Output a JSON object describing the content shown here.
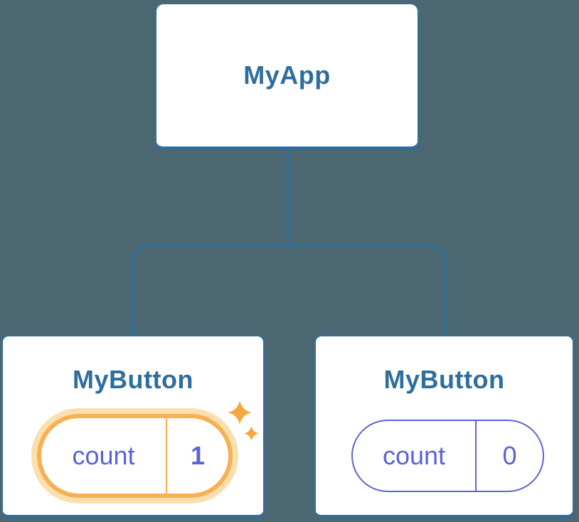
{
  "colors": {
    "bg": "#4B6771",
    "blue": "#2E6E9E",
    "indigo": "#5C63D8",
    "orange": "#F8B052",
    "halo": "#FBDFAE",
    "sparkle": "#F6A83F",
    "cardBg": "#FFFFFF"
  },
  "tree": {
    "root": {
      "label": "MyApp"
    },
    "children": [
      {
        "label": "MyButton",
        "highlighted": true,
        "state": {
          "key": "count",
          "value": "1"
        }
      },
      {
        "label": "MyButton",
        "highlighted": false,
        "state": {
          "key": "count",
          "value": "0"
        }
      }
    ]
  },
  "icons": {
    "sparkle_big": "sparkle-icon",
    "sparkle_small": "sparkle-icon"
  }
}
